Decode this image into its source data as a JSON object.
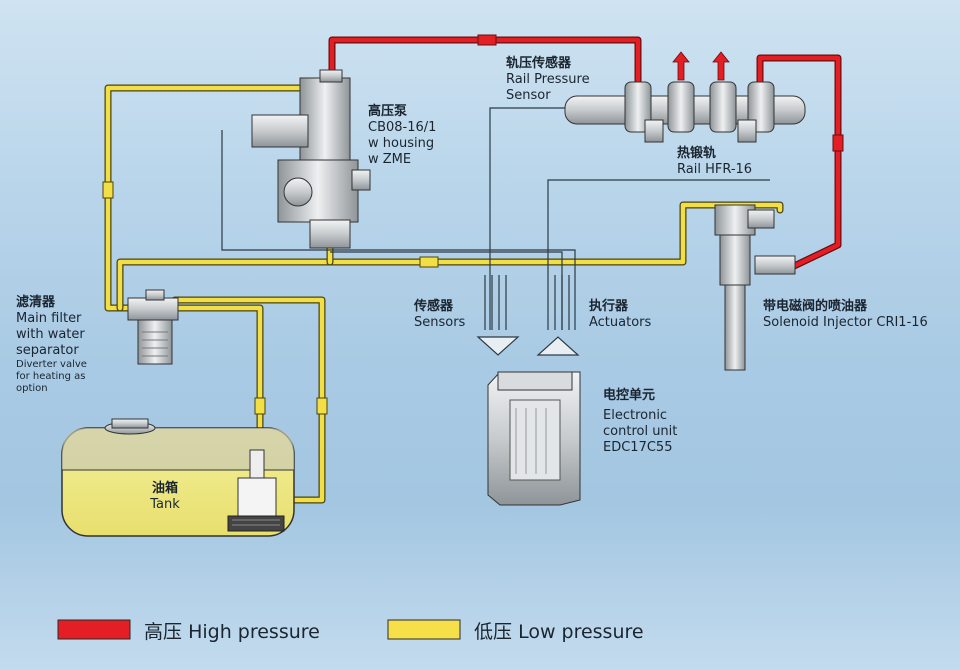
{
  "colors": {
    "high_pressure": "#e31e24",
    "low_pressure": "#f5e04a",
    "return_line": "#2c3a44",
    "component_grey": "#c9cdd0"
  },
  "labels": {
    "pump": {
      "zh": "高压泵",
      "en": [
        "CB08-16/1",
        "w housing",
        "w ZME"
      ]
    },
    "rail_sensor": {
      "zh": "轨压传感器",
      "en": [
        "Rail Pressure",
        "Sensor"
      ]
    },
    "rail": {
      "zh": "热锻轨",
      "en": "Rail HFR-16"
    },
    "filter": {
      "zh": "滤清器",
      "en": [
        "Main filter",
        "with water",
        "separator"
      ],
      "note": [
        "Diverter valve",
        "for heating as",
        "option"
      ]
    },
    "sensors": {
      "zh": "传感器",
      "en": "Sensors"
    },
    "actuators": {
      "zh": "执行器",
      "en": "Actuators"
    },
    "injector": {
      "zh": "带电磁阀的喷油器",
      "en": "Solenoid Injector CRI1-16"
    },
    "ecu": {
      "zh": "电控单元",
      "en": [
        "Electronic",
        "control unit",
        "EDC17C55"
      ]
    },
    "tank": {
      "zh": "油箱",
      "en": "Tank"
    }
  },
  "legend": [
    {
      "key": "high",
      "zh": "高压",
      "en": "High pressure"
    },
    {
      "key": "low",
      "zh": "低压",
      "en": "Low pressure"
    }
  ]
}
